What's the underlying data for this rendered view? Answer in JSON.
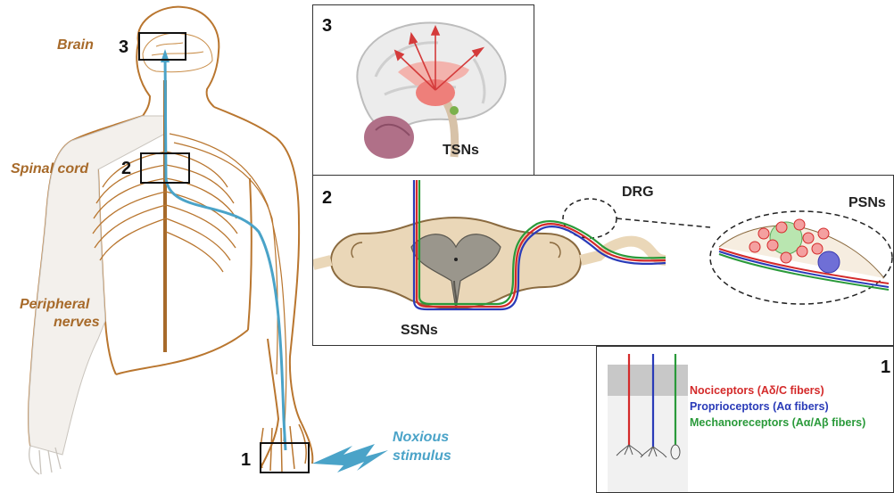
{
  "body_labels": {
    "brain": "Brain",
    "spinal_cord": "Spinal cord",
    "peripheral_line1": "Peripheral",
    "peripheral_line2": "nerves"
  },
  "box_numbers": {
    "brain": "3",
    "spinal": "2",
    "hand": "1"
  },
  "stimulus": {
    "line1": "Noxious",
    "line2": "stimulus"
  },
  "panel3": {
    "number": "3",
    "label": "TSNs"
  },
  "panel2": {
    "number": "2",
    "drg_label": "DRG",
    "psn_label": "PSNs",
    "ssn_label": "SSNs"
  },
  "panel1": {
    "number": "1",
    "legend": [
      {
        "text": "Nociceptors (Aδ/C fibers)",
        "color": "#d42a2a"
      },
      {
        "text": "Proprioceptors (Aα fibers)",
        "color": "#2a3bb8"
      },
      {
        "text": "Mechanoreceptors (Aα/Aβ fibers)",
        "color": "#2a9a3a"
      }
    ]
  },
  "colors": {
    "body_outline": "#b9762f",
    "pathway": "#4aa3c8",
    "nociceptor": "#d42a2a",
    "proprioceptor": "#2a3bb8",
    "mechanoreceptor": "#2a9a3a"
  }
}
